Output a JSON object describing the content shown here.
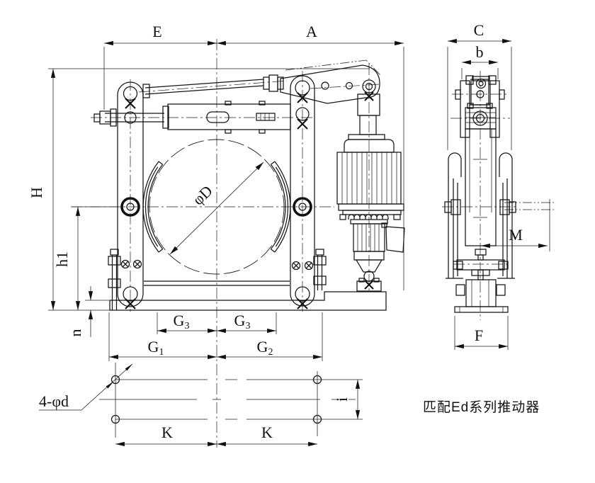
{
  "note_text": "匹配Ed系列推动器",
  "front_view": {
    "dim_width_left": "E",
    "dim_width_right": "A",
    "dim_height_total": "H",
    "dim_height_center": "h1",
    "dim_base_thickness": "n",
    "dim_drum_diameter": "φD",
    "dim_g1": {
      "base": "G",
      "sub": "1"
    },
    "dim_g2": {
      "base": "G",
      "sub": "2"
    },
    "dim_g3_left": {
      "base": "G",
      "sub": "3"
    },
    "dim_g3_right": {
      "base": "G",
      "sub": "3"
    }
  },
  "side_view": {
    "dim_width_total": "C",
    "dim_width_inner": "b",
    "dim_offset": "M",
    "dim_base_width": "F"
  },
  "bottom_view": {
    "holes_label": "4-φd",
    "dim_bolt_span_left": "K",
    "dim_bolt_span_right": "K",
    "dim_bolt_rows": "i"
  }
}
